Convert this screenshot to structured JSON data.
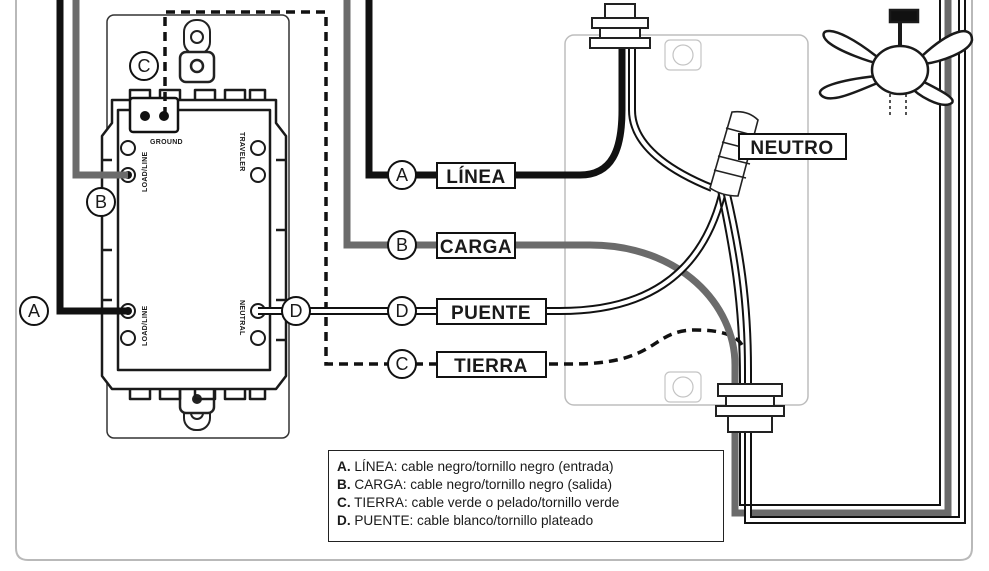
{
  "wire_labels": {
    "linea": "LÍNEA",
    "carga": "CARGA",
    "puente": "PUENTE",
    "tierra": "TIERRA",
    "neutro": "NEUTRO"
  },
  "markers": {
    "a": "A",
    "b": "B",
    "c": "C",
    "d": "D"
  },
  "switch_terminals": {
    "ground": "GROUND",
    "load_line_top": "LOAD/LINE",
    "load_line_bottom": "LOAD/LINE",
    "traveler": "TRAVELER",
    "neutral": "NEUTRAL"
  },
  "legend": [
    {
      "key": "A.",
      "text": " LÍNEA: cable negro/tornillo negro (entrada)"
    },
    {
      "key": "B.",
      "text": " CARGA: cable negro/tornillo negro (salida)"
    },
    {
      "key": "C.",
      "text": " TIERRA: cable verde o pelado/tornillo verde"
    },
    {
      "key": "D.",
      "text": " PUENTE: cable blanco/tornillo plateado"
    }
  ],
  "colors": {
    "line_wire": "#111111",
    "load_wire": "#6b6b6b",
    "box_outline": "#b8b8b8",
    "ink": "#1a1a1a"
  }
}
